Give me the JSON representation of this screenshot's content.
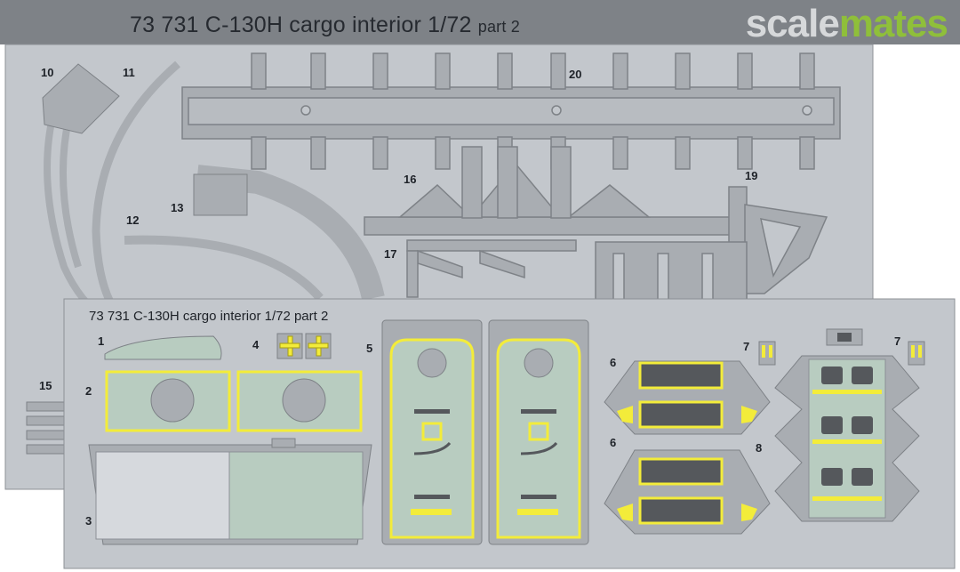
{
  "header": {
    "title_main": "73 731  C-130H cargo interior 1/72",
    "title_part": "part 2",
    "logo_scale": "scale",
    "logo_mates": "mates"
  },
  "sheet1": {
    "labels": [
      "10",
      "11",
      "20",
      "16",
      "19",
      "13",
      "12",
      "17",
      "15"
    ]
  },
  "sheet2": {
    "title": "73 731  C-130H cargo interior 1/72 part 2",
    "labels": [
      "1",
      "4",
      "5",
      "2",
      "3",
      "6",
      "6",
      "7",
      "7",
      "8"
    ]
  },
  "colors": {
    "fret": "#c3c7cc",
    "part_gray": "#a9adb2",
    "cutout_dark": "#55585c",
    "print_green": "#b8ccc0",
    "print_yellow": "#f3ec3a",
    "text": "#1e2228"
  }
}
